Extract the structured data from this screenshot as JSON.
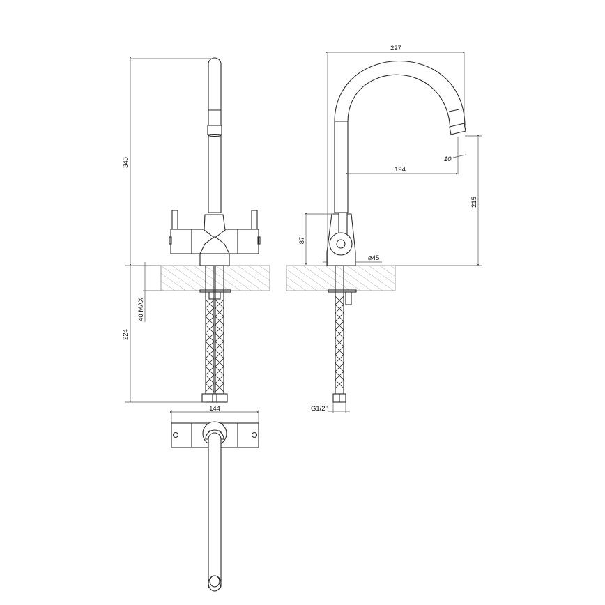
{
  "drawing": {
    "title": "Kitchen mixer tap technical drawing",
    "views": [
      "front-view",
      "side-view",
      "top-view"
    ],
    "dimensions": {
      "front_total_height": "345",
      "front_under_counter": "224",
      "front_countertop_thickness": "40 MAX",
      "top_body_width": "144",
      "side_spout_reach_total": "227",
      "side_spout_reach": "194",
      "side_spout_height": "215",
      "side_body_height": "87",
      "side_base_diameter": "⌀45",
      "side_outlet_angle": "10",
      "side_connection_thread": "G1/2\""
    },
    "colors": {
      "line": "#2a2a2a",
      "dimension": "#555555",
      "hatch": "#999999"
    }
  }
}
